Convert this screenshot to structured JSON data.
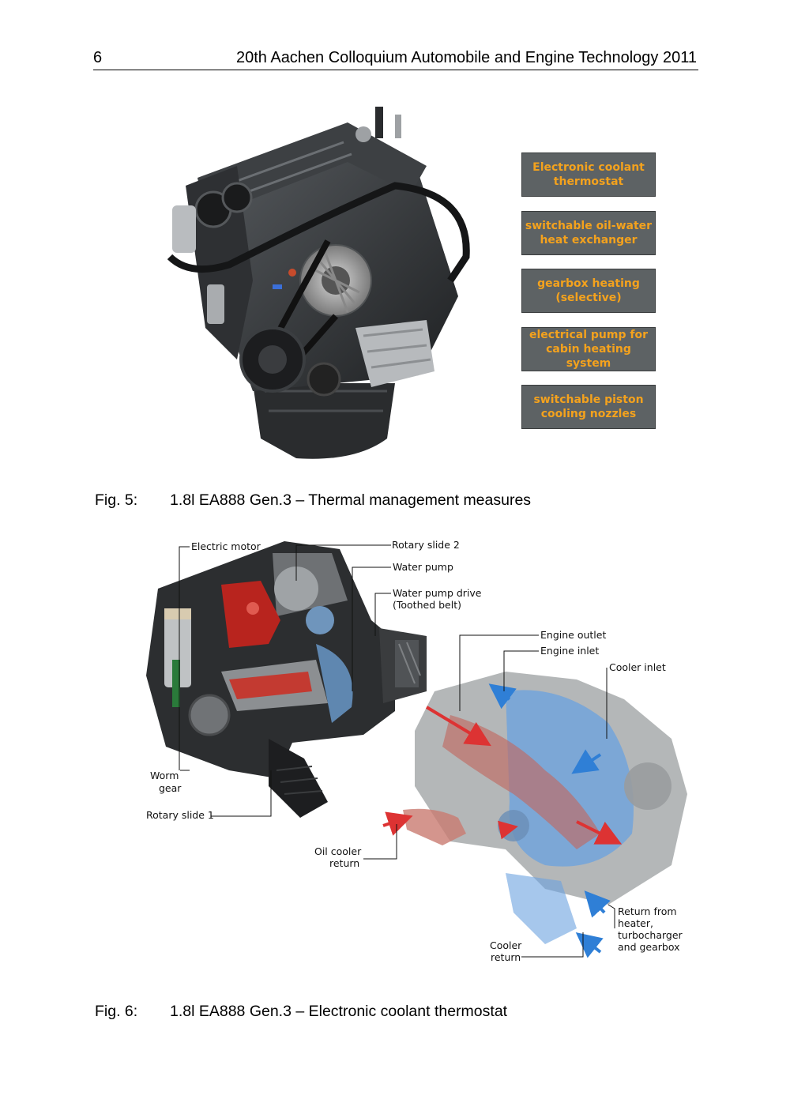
{
  "header": {
    "page_number": "6",
    "title": "20th Aachen Colloquium Automobile and Engine Technology 2011"
  },
  "fig5": {
    "label": "Fig. 5:",
    "caption": "1.8l EA888 Gen.3 – Thermal management measures",
    "boxes": [
      {
        "line1": "Electronic coolant",
        "line2": "thermostat"
      },
      {
        "line1": "switchable oil-water",
        "line2": "heat exchanger"
      },
      {
        "line1": "gearbox heating",
        "line2": "(selective)"
      },
      {
        "line1": "electrical pump for",
        "line2": "cabin heating system"
      },
      {
        "line1": "switchable piston",
        "line2": "cooling nozzles"
      }
    ]
  },
  "fig6": {
    "label": "Fig. 6:",
    "caption": "1.8l EA888 Gen.3 – Electronic coolant thermostat",
    "labels": {
      "electric_motor": "Electric motor",
      "rotary_slide_2": "Rotary slide 2",
      "water_pump": "Water pump",
      "water_pump_drive_1": "Water pump drive",
      "water_pump_drive_2": "(Toothed belt)",
      "engine_outlet": "Engine outlet",
      "engine_inlet": "Engine inlet",
      "cooler_inlet": "Cooler inlet",
      "worm_gear_1": "Worm",
      "worm_gear_2": "gear",
      "rotary_slide_1": "Rotary slide 1",
      "oil_cooler_return_1": "Oil cooler",
      "oil_cooler_return_2": "return",
      "return_from_1": "Return from",
      "return_from_2": "heater,",
      "return_from_3": "turbocharger",
      "return_from_4": "and gearbox",
      "cooler_return_1": "Cooler",
      "cooler_return_2": "return"
    }
  }
}
